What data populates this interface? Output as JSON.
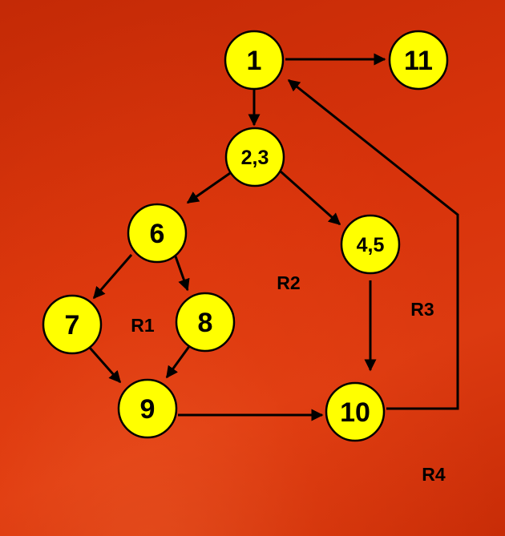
{
  "nodes": [
    {
      "id": "n1",
      "label": "1"
    },
    {
      "id": "n11",
      "label": "11"
    },
    {
      "id": "n23",
      "label": "2,3"
    },
    {
      "id": "n6",
      "label": "6"
    },
    {
      "id": "n45",
      "label": "4,5"
    },
    {
      "id": "n7",
      "label": "7"
    },
    {
      "id": "n8",
      "label": "8"
    },
    {
      "id": "n9",
      "label": "9"
    },
    {
      "id": "n10",
      "label": "10"
    }
  ],
  "edges": [
    {
      "from": "1",
      "to": "11"
    },
    {
      "from": "1",
      "to": "2,3"
    },
    {
      "from": "2,3",
      "to": "6"
    },
    {
      "from": "2,3",
      "to": "4,5"
    },
    {
      "from": "6",
      "to": "7"
    },
    {
      "from": "6",
      "to": "8"
    },
    {
      "from": "7",
      "to": "9"
    },
    {
      "from": "8",
      "to": "9"
    },
    {
      "from": "9",
      "to": "10"
    },
    {
      "from": "4,5",
      "to": "10"
    },
    {
      "from": "10",
      "to": "1"
    }
  ],
  "regions": {
    "r1": "R1",
    "r2": "R2",
    "r3": "R3",
    "r4": "R4"
  },
  "colors": {
    "background": "#d8300a",
    "node_fill": "#ffff00",
    "stroke": "#000000"
  }
}
